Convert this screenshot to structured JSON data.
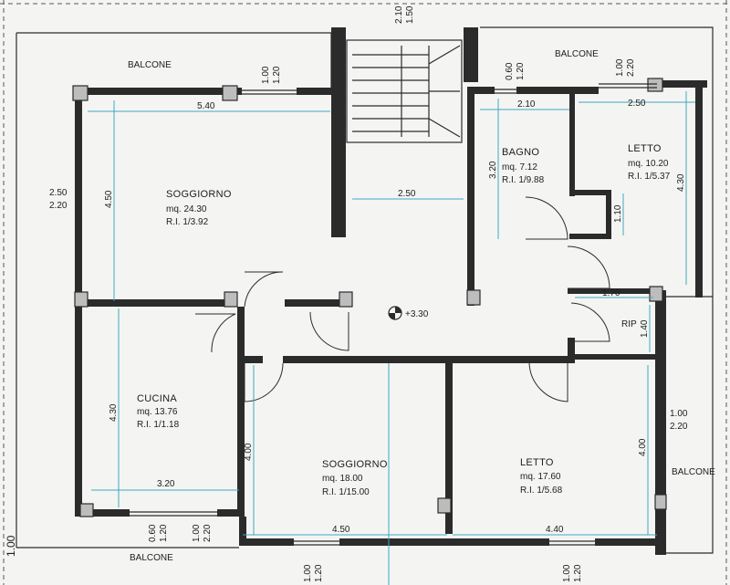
{
  "rooms": {
    "soggiorno_top": {
      "name": "SOGGIORNO",
      "area": "mq. 24.30",
      "ri": "R.I. 1/3.92"
    },
    "bagno": {
      "name": "BAGNO",
      "area": "mq. 7.12",
      "ri": "R.I. 1/9.88"
    },
    "letto_top": {
      "name": "LETTO",
      "area": "mq. 10.20",
      "ri": "R.I. 1/5.37"
    },
    "cucina": {
      "name": "CUCINA",
      "area": "mq. 13.76",
      "ri": "R.I. 1/1.18"
    },
    "soggiorno_bottom": {
      "name": "SOGGIORNO",
      "area": "mq. 18.00",
      "ri": "R.I. 1/15.00"
    },
    "letto_bottom": {
      "name": "LETTO",
      "area": "mq. 17.60",
      "ri": "R.I. 1/5.68"
    },
    "ripostiglio": {
      "name": "RIP"
    }
  },
  "balconies": {
    "top_left": "BALCONE",
    "top_right": "BALCONE",
    "right": "BALCONE",
    "bottom": "BALCONE"
  },
  "level_marker": "+3.30",
  "dimensions": {
    "soggiorno_width": "5.40",
    "soggiorno_height": "4.50",
    "corridor_width": "2.50",
    "bagno_width": "2.10",
    "bagno_height": "3.20",
    "letto_width": "2.50",
    "letto_height": "4.30",
    "letto_closet": "1.10",
    "rip_width": "1.70",
    "rip_height": "1.40",
    "cucina_height": "4.30",
    "cucina_width": "3.20",
    "soggiorno2_height": "4.00",
    "soggiorno2_width": "4.50",
    "letto2_height": "4.00",
    "letto2_width": "4.40",
    "left_margin": "1.00"
  },
  "openings": {
    "stair_top": [
      "2.10",
      "1.50"
    ],
    "soggiorno_window": [
      "1.00",
      "1.20"
    ],
    "bagno_window": [
      "0.60",
      "1.20"
    ],
    "letto_window": [
      "1.00",
      "2.20"
    ],
    "soggiorno_side": [
      "2.50",
      "2.20"
    ],
    "letto2_door": [
      "1.00",
      "2.20"
    ],
    "cucina_window": [
      "0.60",
      "1.20"
    ],
    "cucina_door": [
      "1.00",
      "2.20"
    ],
    "bottom_window_left": [
      "1.00",
      "1.20"
    ],
    "bottom_window_right": [
      "1.00",
      "1.20"
    ]
  }
}
